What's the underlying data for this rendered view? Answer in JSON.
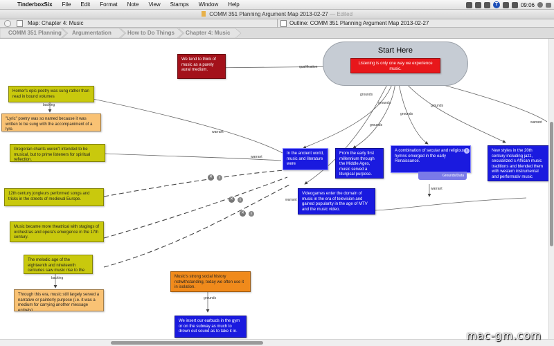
{
  "menubar": {
    "app_name": "TinderboxSix",
    "items": [
      "File",
      "Edit",
      "Format",
      "Note",
      "View",
      "Stamps",
      "Window",
      "Help"
    ],
    "clock": "09:06"
  },
  "window": {
    "title": "COMM 351 Planning Argument Map 2013-02-27",
    "edited": "— Edited",
    "map_view_title": "Map: Chapter 4: Music",
    "outline_view_title": "Outline: COMM 351 Planning Argument Map 2013-02-27"
  },
  "breadcrumbs": [
    "COMM 351 Planning",
    "Argumentation",
    "How to Do Things",
    "Chapter 4: Music"
  ],
  "map": {
    "start_title": "Start Here",
    "notes": {
      "main_claim": "Listening is only one way we experience music.",
      "aural": "We tend to think of music as a purely aural medium.",
      "homer": "Homer's epic poetry was sung rather than read in bound volumes",
      "lyric": "\"Lyric\" poetry was so named because it was written to be sung with the accompaniment of a lyre.",
      "gregorian": "Gregorian chants weren't intended to be musical, but to prime listeners for spiritual reflection.",
      "jongleurs": "12th century jongleurs performed songs and tricks in the streets of medieval Europe.",
      "theatrical": "Music became more theatrical with stagings of orchestras and opera's emergence in the 17th century.",
      "melodic": "The melodic age of the eighteenth and nineteenth centuries saw music rise to the level of art.",
      "narrative": "Through this era, music still largely served a narrative or painterly purpose (i.e. it was a medium for carrying another message entirely).",
      "ancient": "In the ancient world, music and literature were",
      "early_first": "From the early first millennium through the Middle Ages, music served a liturgical purpose.",
      "secular": "A combination of secular and religious hymns emerged in the early Renaissance.",
      "new_styles": "New styles in the 20th century including jazz, secularized s African music traditions and blended them with western instrumental and performativ music",
      "videogames": "Videogames enter the domain of music in the era of television and gained popularity in the age of MTV and the music video.",
      "social_history": "Music's strong social history notwithstanding, today we often use it in isolation.",
      "earbuds": "We insert our earbuds in the gym or on the subway as much to drown out sound as to take it in."
    },
    "link_labels": {
      "qualification": "qualification",
      "backing": "backing",
      "grounds": "grounds",
      "warrant": "warrant",
      "grounds_data": "Grounds/Data"
    }
  },
  "watermark": "mac-gm.com"
}
